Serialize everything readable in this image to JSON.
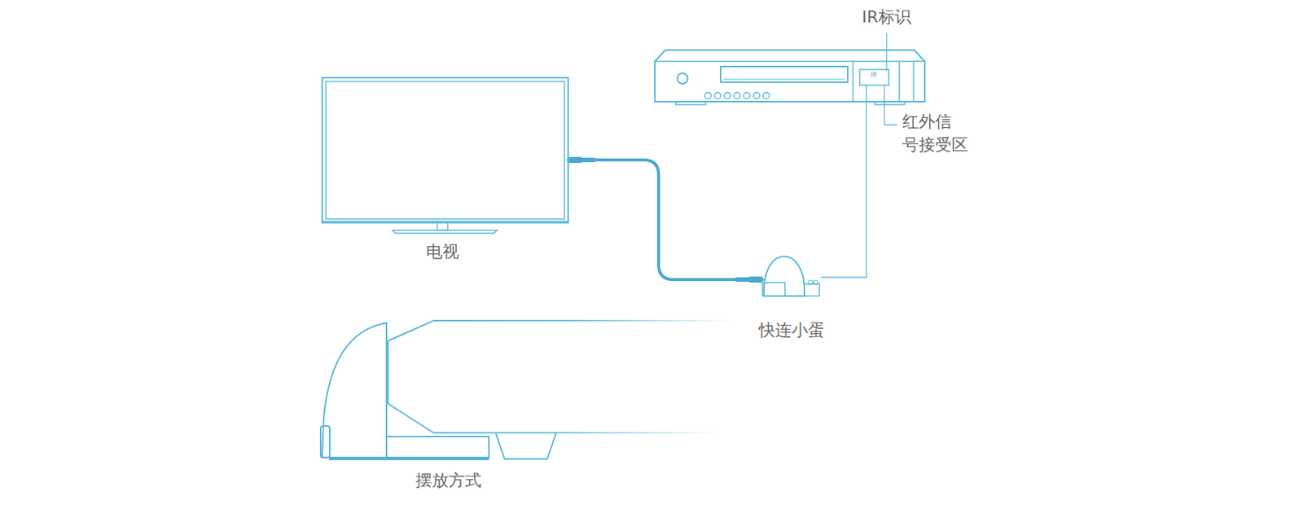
{
  "diagram": {
    "nodes": [
      {
        "text": [
          "电视"
        ]
      },
      {
        "text": [
          "快连小蛋"
        ]
      }
    ],
    "edges": [
      {
        "from": 0,
        "to": 1,
        "arrow": "none"
      }
    ],
    "labels": [
      "IR标识",
      "IR",
      "红外信 号接受区",
      "摆放方式"
    ]
  }
}
